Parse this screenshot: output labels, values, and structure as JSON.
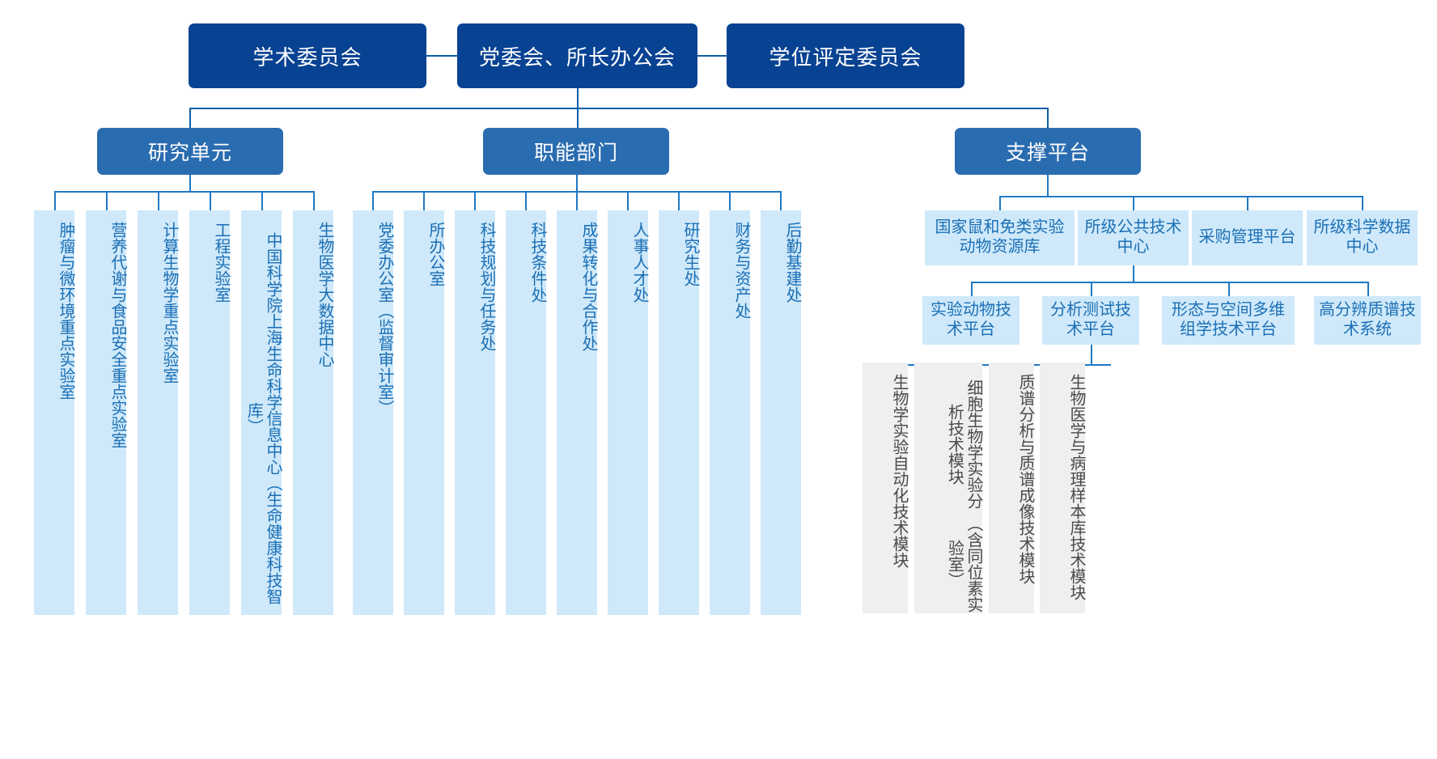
{
  "diagram": {
    "title": "组织架构图",
    "colors": {
      "level1_box": "#084293",
      "level2_box": "#2a6cb0",
      "leaf_box": "#cfe9fa",
      "leaf_text": "#1b6fb5",
      "module_box": "#efefef",
      "module_text": "#4a4a4a",
      "connector": "#0f5ea8"
    }
  },
  "top_level": {
    "left": "学术委员会",
    "center": "党委会、所长办公会",
    "right": "学位评定委员会"
  },
  "level2": {
    "research": "研究单元",
    "functional": "职能部门",
    "platform": "支撑平台"
  },
  "research_units": [
    "肿瘤与微环境重点实验室",
    "营养代谢与食品安全重点实验室",
    "计算生物学重点实验室",
    "工程实验室",
    "中国科学院上海生命科学信息中心（生命健康科技智库）",
    "生物医学大数据中心"
  ],
  "functional_departments": [
    "党委办公室（监督审计室）",
    "所办公室",
    "科技规划与任务处",
    "科技条件处",
    "成果转化与合作处",
    "人事人才处",
    "研究生处",
    "财务与资产处",
    "后勤基建处"
  ],
  "platform_row1": [
    "国家鼠和免类实验动物资源库",
    "所级公共技术中心",
    "采购管理平台",
    "所级科学数据中心"
  ],
  "platform_row2": [
    "实验动物技术平台",
    "分析测试技术平台",
    "形态与空间多维组学技术平台",
    "高分辨质谱技术系统"
  ],
  "technical_modules": [
    {
      "main": "生物学实验自动化技术模块",
      "sub": ""
    },
    {
      "main": "细胞生物学实验分析技术模块",
      "sub": "（含同位素实验室）"
    },
    {
      "main": "质谱分析与质谱成像技术模块",
      "sub": ""
    },
    {
      "main": "生物医学与病理样本库技术模块",
      "sub": ""
    }
  ]
}
